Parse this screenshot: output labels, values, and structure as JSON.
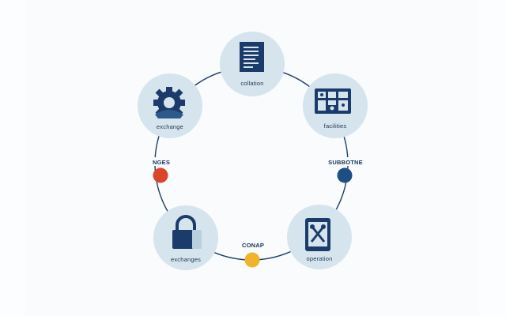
{
  "diagram": {
    "colors": {
      "ring": "#1f3f66",
      "node_fill": "#d6e4ee",
      "icon_navy": "#1b3c6b",
      "dot_red": "#d9462a",
      "dot_blue": "#1e4f84",
      "dot_yellow": "#efb42a"
    },
    "nodes": [
      {
        "id": "top",
        "label": "collation",
        "icon": "document-icon"
      },
      {
        "id": "upper-right",
        "label": "facilities",
        "icon": "dashboard-icon"
      },
      {
        "id": "lower-right",
        "label": "operation",
        "icon": "tools-tablet-icon"
      },
      {
        "id": "lower-left",
        "label": "exchanges",
        "icon": "lock-icon"
      },
      {
        "id": "upper-left",
        "label": "exchange",
        "icon": "gear-icon"
      }
    ],
    "markers": [
      {
        "id": "left",
        "label": "NGES",
        "color": "#d9462a"
      },
      {
        "id": "right",
        "label": "SUBBOTNE",
        "color": "#1e4f84"
      },
      {
        "id": "bottom",
        "label": "CONAP",
        "color": "#efb42a"
      }
    ]
  }
}
